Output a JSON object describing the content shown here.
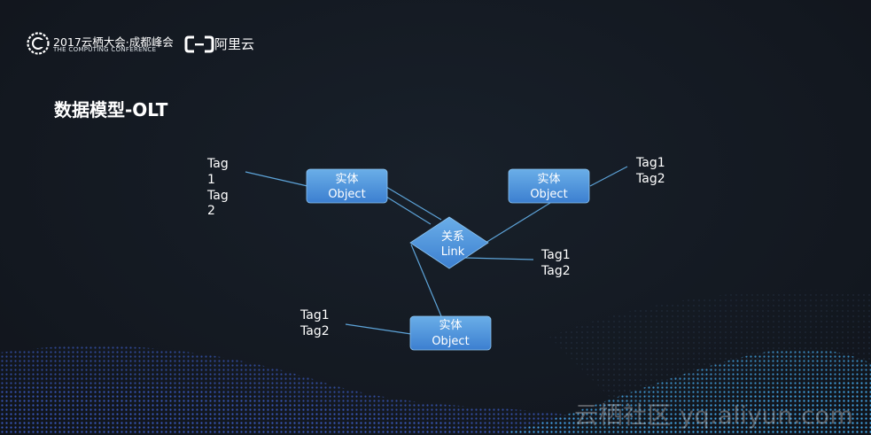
{
  "header": {
    "conference_title": "2017云栖大会·成都峰会",
    "conference_subtitle": "THE COMPUTING CONFERENCE",
    "brand_name": "阿里云"
  },
  "slide": {
    "title": "数据模型-OLT"
  },
  "diagram": {
    "entity_label_cn": "实体",
    "entity_label_en": "Object",
    "link_label_cn": "关系",
    "link_label_en": "Link",
    "tags": {
      "left_top": [
        "Tag",
        "1",
        "Tag",
        "2"
      ],
      "right_top": [
        "Tag1",
        "Tag2"
      ],
      "link_right": [
        "Tag1",
        "Tag2"
      ],
      "bottom_left": [
        "Tag1",
        "Tag2"
      ]
    },
    "colors": {
      "node_fill_top": "#6aaee8",
      "node_fill_bottom": "#3c7fd0",
      "connector": "#5da3d8"
    }
  },
  "watermark": "云栖社区 yq.aliyun.com"
}
